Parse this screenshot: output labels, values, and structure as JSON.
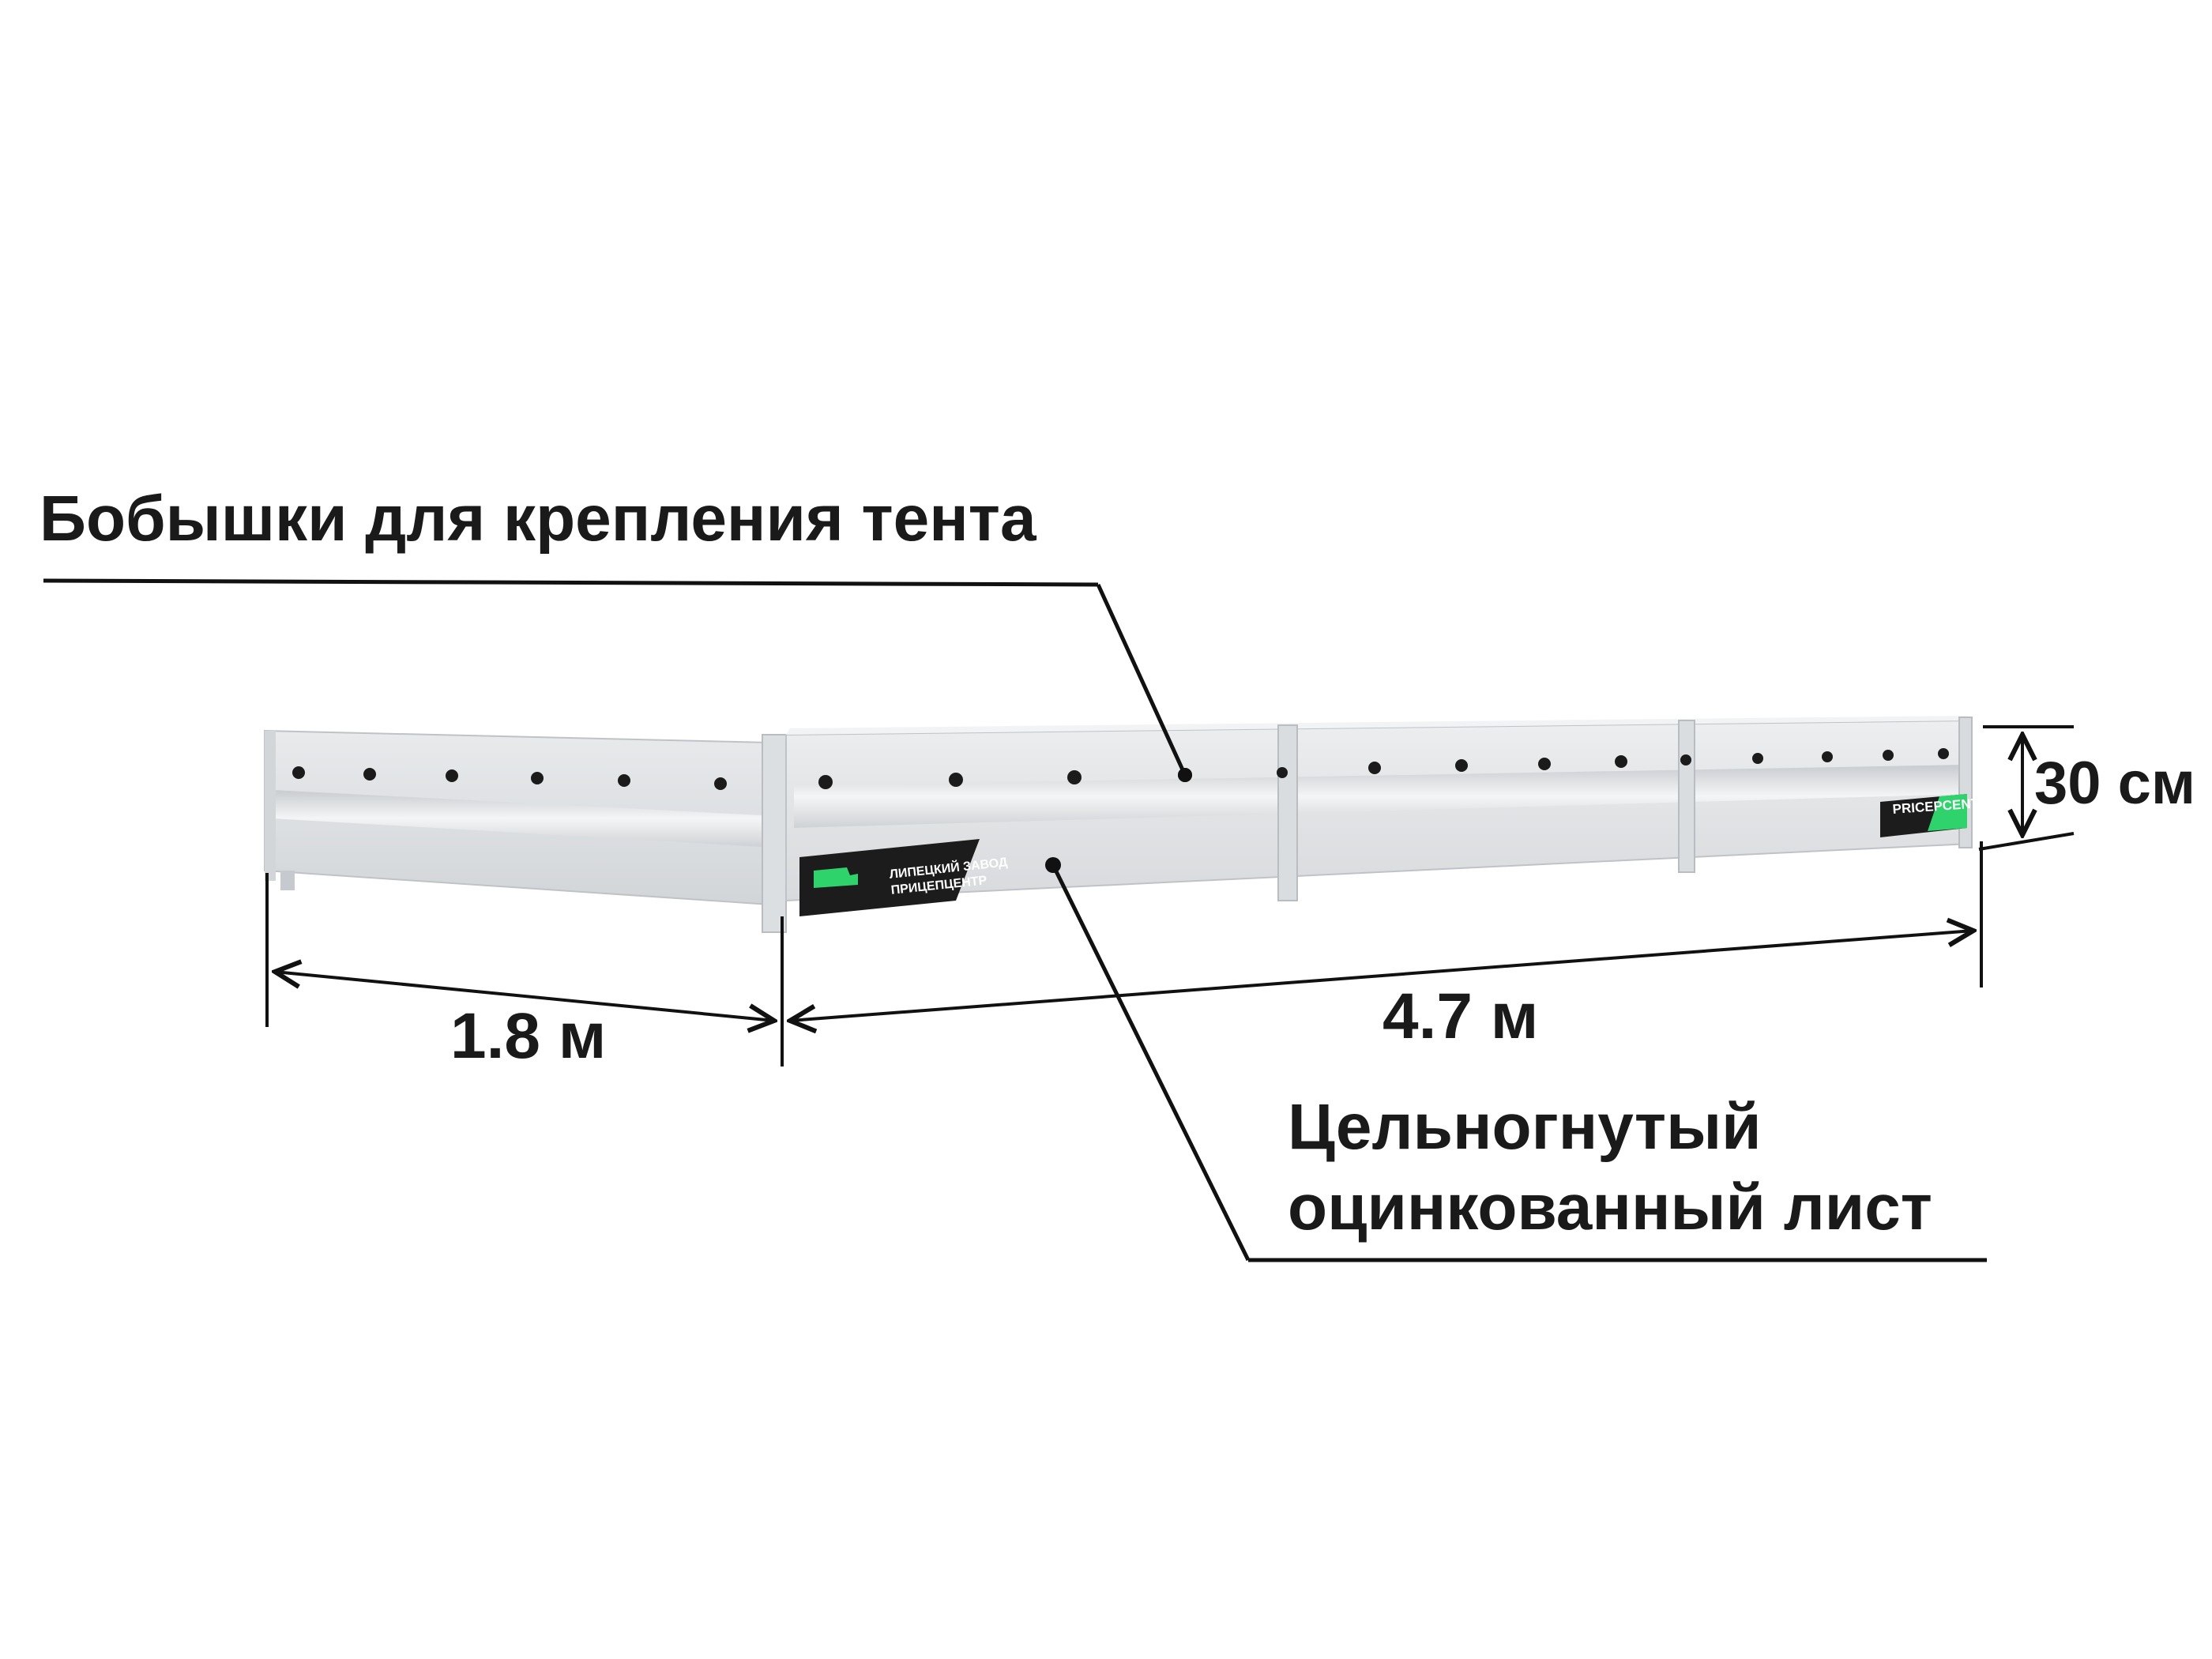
{
  "annotations": {
    "bosses_label": "Бобышки для крепления тента",
    "sheet_label_line1": "Цельногнутый",
    "sheet_label_line2": "оцинкованный лист"
  },
  "dimensions": {
    "width": "1.8 м",
    "length": "4.7 м",
    "height": "30 см"
  },
  "branding": {
    "logo_line1": "ЛИПЕЦКИЙ ЗАВОД",
    "logo_line2": "ПРИЦЕПЦЕНТР",
    "site": "PRICEPCENTR.RU",
    "accent_color": "#2fd36b"
  },
  "colors": {
    "panel": "#e4e6e8",
    "panel_shadow": "#c9ccd0",
    "boss": "#1b1b1b",
    "leader": "#111111"
  }
}
